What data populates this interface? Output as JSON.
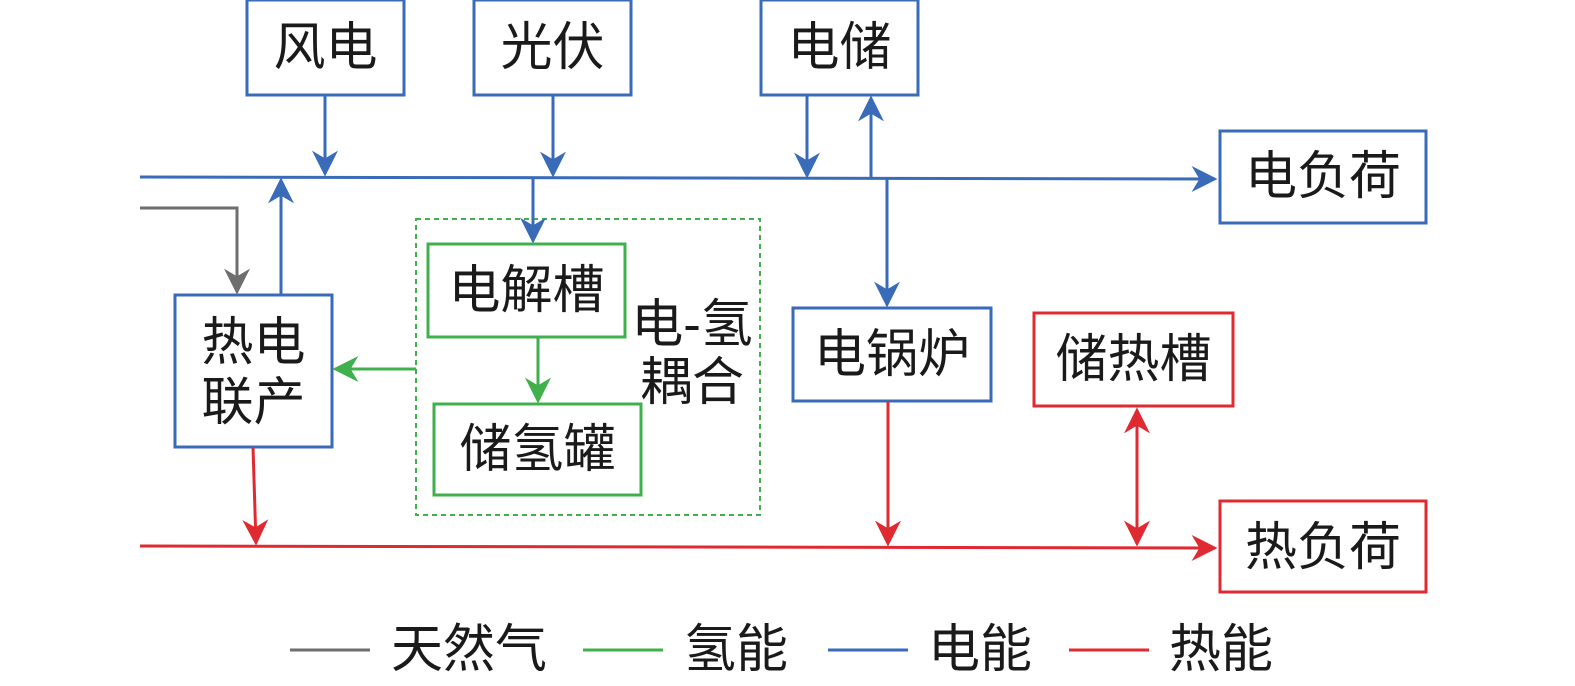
{
  "colors": {
    "electric": "#3a6bb9",
    "hydrogen": "#3fb04b",
    "heat": "#e02a31",
    "gas": "#6e6e6e",
    "text": "#1a1a1a"
  },
  "nodes": {
    "wind": "风电",
    "pv": "光伏",
    "storage": "电储",
    "elec_load": "电负荷",
    "chp_line1": "热电",
    "chp_line2": "联产",
    "electrolyzer": "电解槽",
    "h2_tank": "储氢罐",
    "e_boiler": "电锅炉",
    "heat_storage": "储热槽",
    "heat_load": "热负荷",
    "coupling_line1": "电-氢",
    "coupling_line2": "耦合"
  },
  "legend": [
    {
      "label": "天然气",
      "color_key": "gas"
    },
    {
      "label": "氢能",
      "color_key": "hydrogen"
    },
    {
      "label": "电能",
      "color_key": "electric"
    },
    {
      "label": "热能",
      "color_key": "heat"
    }
  ]
}
